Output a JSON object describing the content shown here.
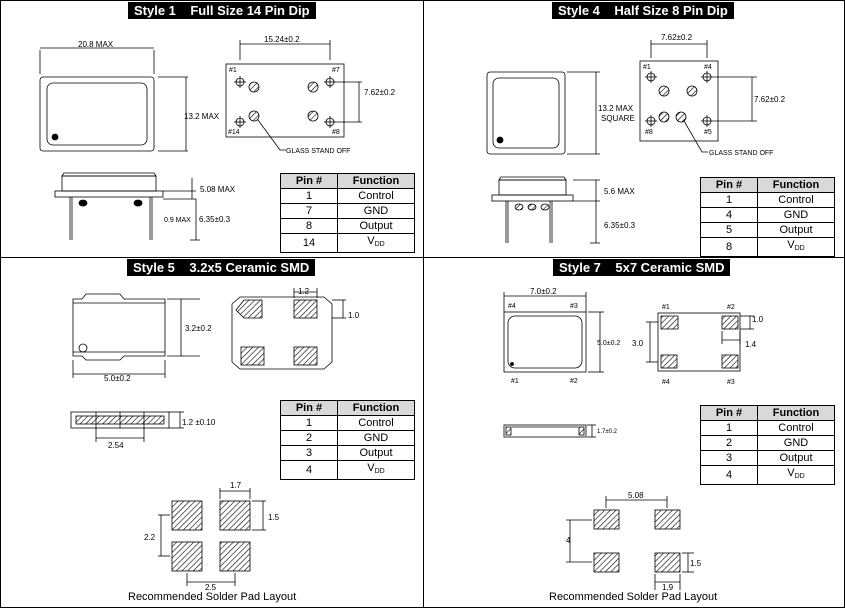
{
  "style1": {
    "header": "Style 1    Full Size 14 Pin Dip",
    "dim_width": "20.8 MAX",
    "dim_height": "13.2 MAX",
    "dim_pin_span": "15.24±0.2",
    "dim_pin_row": "7.62±0.2",
    "pin1": "#1",
    "pin7": "#7",
    "pin8": "#8",
    "pin14": "#14",
    "glass_label": "GLASS STAND OFF",
    "dim_body_height": "5.08 MAX",
    "dim_standoff": "0.9 MAX",
    "dim_lead": "6.35±0.3",
    "table": {
      "head": [
        "Pin #",
        "Function"
      ],
      "rows": [
        [
          "1",
          "Control"
        ],
        [
          "7",
          "GND"
        ],
        [
          "8",
          "Output"
        ],
        [
          "14",
          "V"
        ]
      ]
    }
  },
  "style4": {
    "header": "Style 4    Half Size 8 Pin Dip",
    "dim_pin_span": "7.62±0.2",
    "dim_square": "13.2 MAX",
    "dim_square2": "SQUARE",
    "dim_pin_row": "7.62±0.2",
    "pin1": "#1",
    "pin4": "#4",
    "pin5": "#5",
    "pin8": "#8",
    "glass_label": "GLASS STAND OFF",
    "dim_body_height": "5.6 MAX",
    "dim_lead": "6.35±0.3",
    "table": {
      "head": [
        "Pin #",
        "Function"
      ],
      "rows": [
        [
          "1",
          "Control"
        ],
        [
          "4",
          "GND"
        ],
        [
          "5",
          "Output"
        ],
        [
          "8",
          "V"
        ]
      ]
    }
  },
  "style5": {
    "header": "Style 5    3.2x5 Ceramic SMD",
    "dim_height": "3.2±0.2",
    "dim_width": "5.0±0.2",
    "dim_pad_w": "1.2",
    "dim_pad_h": "1.0",
    "dim_thick": "1.2 ±0.10",
    "dim_pitch": "2.54",
    "pad_w": "1.7",
    "pad_h": "1.5",
    "pad_span_v": "2.2",
    "pad_span_h": "2.5",
    "caption": "Recommended Solder Pad Layout",
    "table": {
      "head": [
        "Pin #",
        "Function"
      ],
      "rows": [
        [
          "1",
          "Control"
        ],
        [
          "2",
          "GND"
        ],
        [
          "3",
          "Output"
        ],
        [
          "4",
          "V"
        ]
      ]
    }
  },
  "style7": {
    "header": "Style 7    5x7 Ceramic SMD",
    "dim_width": "7.0±0.2",
    "dim_height": "5.0±0.2",
    "dim_pad_span": "3.0",
    "dim_pad_w": "1.0",
    "dim_pad_h": "1.4",
    "dim_thick": "1.7±0.2",
    "pin1": "#1",
    "pin2": "#2",
    "pin3": "#3",
    "pin4": "#4",
    "pad_span_h": "5.08",
    "pad_span_v": "4",
    "pad_h": "1.5",
    "pad_w": "1.9",
    "caption": "Recommended Solder Pad Layout",
    "table": {
      "head": [
        "Pin #",
        "Function"
      ],
      "rows": [
        [
          "1",
          "Control"
        ],
        [
          "2",
          "GND"
        ],
        [
          "3",
          "Output"
        ],
        [
          "4",
          "V"
        ]
      ]
    }
  },
  "vdd_subscript": "DD"
}
